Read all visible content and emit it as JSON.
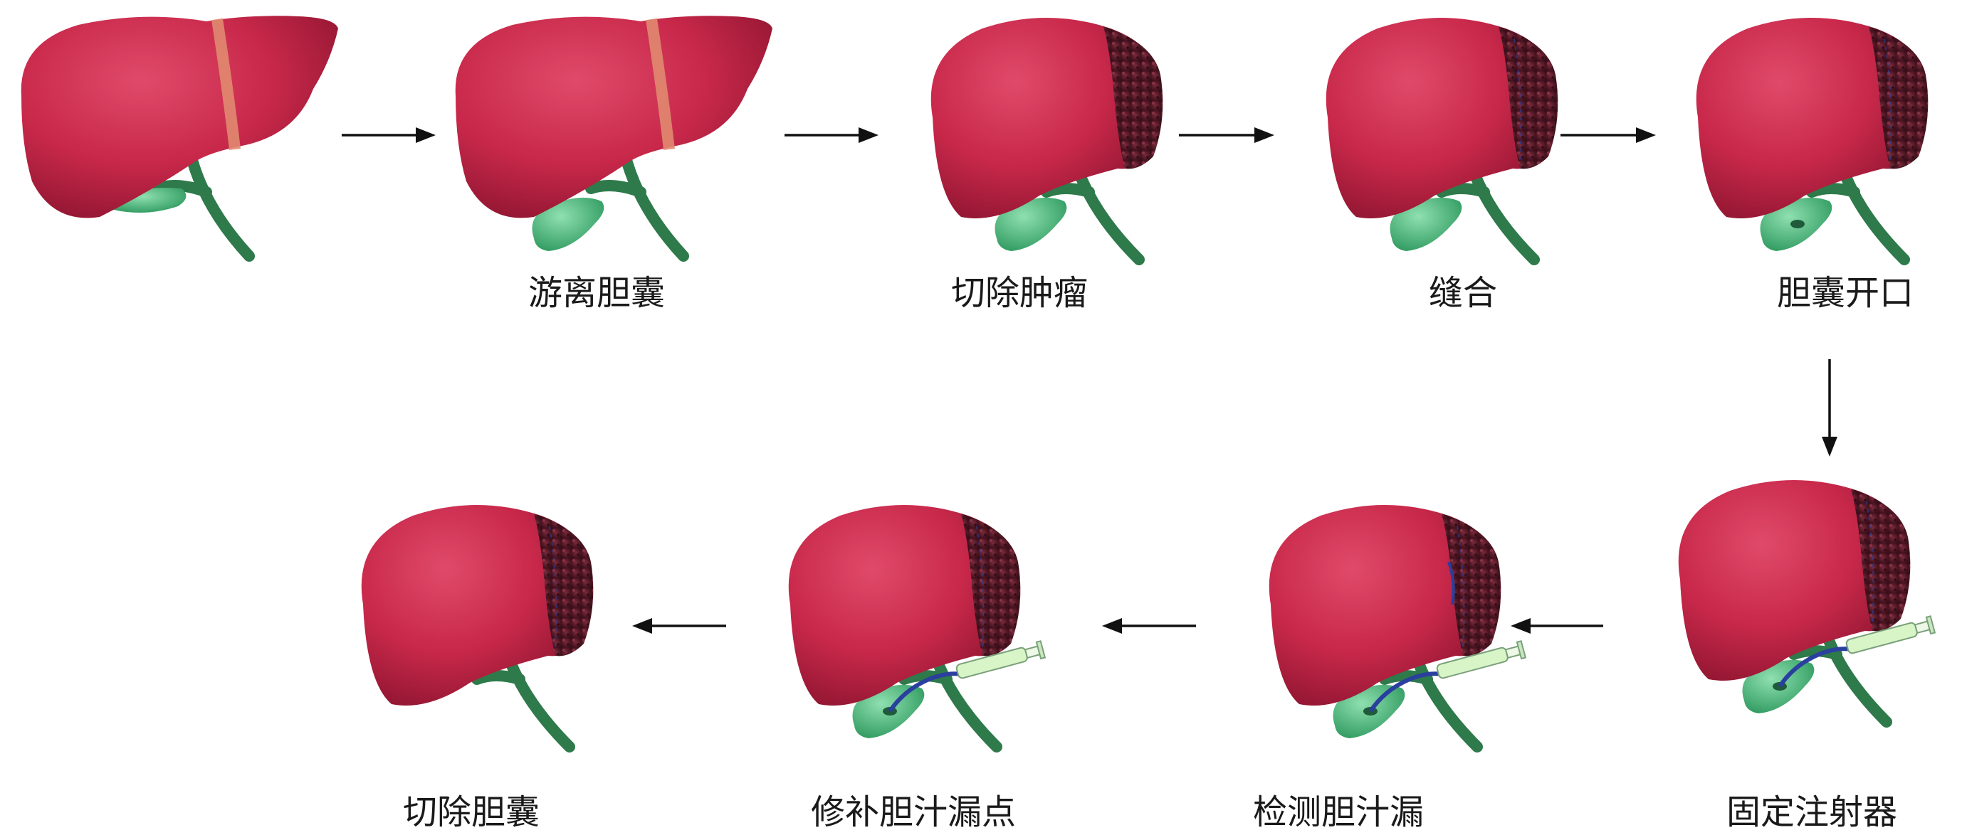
{
  "steps": [
    {
      "label": "",
      "state": "intact"
    },
    {
      "label": "游离胆囊",
      "state": "mobilized"
    },
    {
      "label": "切除肿瘤",
      "state": "resected"
    },
    {
      "label": "缝合",
      "state": "sutured"
    },
    {
      "label": "胆囊开口",
      "state": "opened"
    },
    {
      "label": "固定注射器",
      "state": "syringe"
    },
    {
      "label": "检测胆汁漏",
      "state": "leak-test"
    },
    {
      "label": "修补胆汁漏点",
      "state": "repair"
    },
    {
      "label": "切除胆囊",
      "state": "cholecystectomy"
    }
  ],
  "colors": {
    "liver": "#c8284a",
    "liver_dark": "#8e1530",
    "cut_surface": "#5a1828",
    "vessel": "#2e7a4a",
    "gallbladder": "#4fbf7f",
    "ligament": "#e08a70",
    "syringe": "#d8f5c8",
    "suture": "#2a3f9e",
    "arrow": "#111111"
  }
}
